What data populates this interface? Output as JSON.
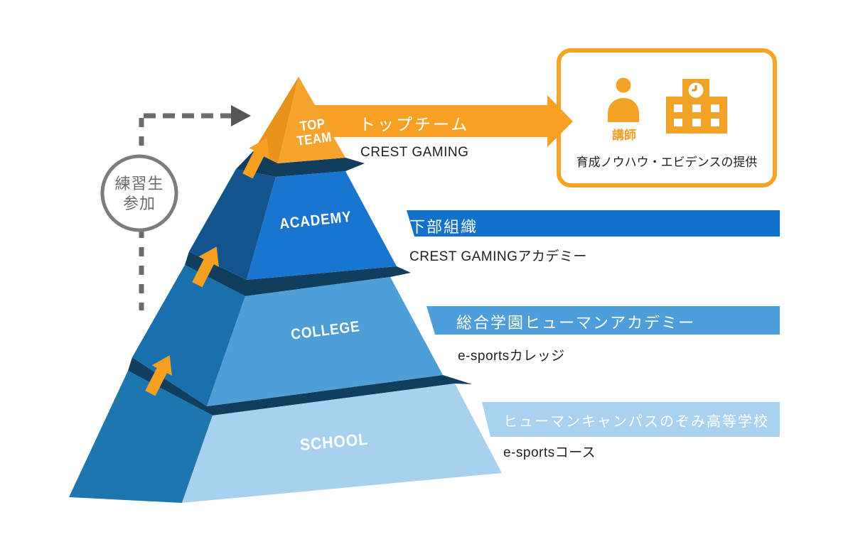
{
  "diagram": {
    "flow_circle": {
      "line1": "練習生",
      "line2": "参加"
    },
    "flow": {
      "arrow_color": "#F5A021",
      "dash_color": "#6B6B6B",
      "arrowhead_color": "#565656",
      "circle_border_color": "#7C7C7C"
    },
    "gap_color": "#113E5F",
    "tiers": [
      {
        "face_label": "TOP TEAM",
        "band_title": "トップチーム",
        "subtitle": "CREST GAMING",
        "front_color": "#F7A42E",
        "side_color": "#E8921B",
        "band_color": "#F6A124"
      },
      {
        "face_label": "ACADEMY",
        "band_title": "下部組織",
        "subtitle": "CREST GAMINGアカデミー",
        "front_color": "#1A75D0",
        "side_color": "#14548E",
        "band_color": "#1171CB"
      },
      {
        "face_label": "COLLEGE",
        "band_title": "総合学園ヒューマンアカデミー",
        "subtitle": "e-sportsカレッジ",
        "front_color": "#4E9ED8",
        "side_color": "#1A70AC",
        "band_color": "#4D9EDA"
      },
      {
        "face_label": "SCHOOL",
        "band_title": "ヒューマンキャンパスのぞみ高等学校",
        "subtitle": "e-sportsコース",
        "front_color": "#A7D1EF",
        "side_color": "#1C77B0",
        "band_color": "#A8D2EF"
      }
    ],
    "provider_box": {
      "instructor_label": "講師",
      "caption": "育成ノウハウ・エビデンスの提供",
      "border_color": "#F5A427",
      "icon_color": "#F2A227"
    }
  }
}
